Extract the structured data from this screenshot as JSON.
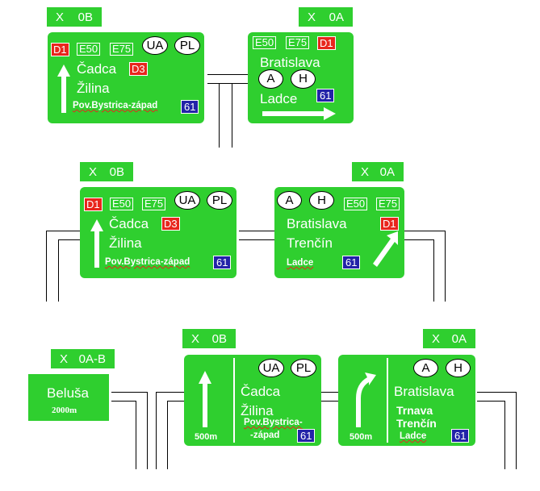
{
  "row1": {
    "left": {
      "tag": {
        "x": "X",
        "code": "0B"
      },
      "badges": {
        "d1": "D1",
        "e50": "E50",
        "e75": "E75",
        "ua": "UA",
        "pl": "PL",
        "d3": "D3"
      },
      "cities": [
        "Čadca",
        "Žilina"
      ],
      "sub": "Pov.Bystrica-západ",
      "road": "61"
    },
    "right": {
      "tag": {
        "x": "X",
        "code": "0A"
      },
      "badges": {
        "e50": "E50",
        "e75": "E75",
        "d1": "D1",
        "a": "A",
        "h": "H"
      },
      "city": "Bratislava",
      "sub": "Ladce",
      "road": "61"
    }
  },
  "row2": {
    "left": {
      "tag": {
        "x": "X",
        "code": "0B"
      },
      "badges": {
        "d1": "D1",
        "e50": "E50",
        "e75": "E75",
        "ua": "UA",
        "pl": "PL",
        "d3": "D3"
      },
      "cities": [
        "Čadca",
        "Žilina"
      ],
      "sub": "Pov.Bystrica-západ",
      "road": "61"
    },
    "right": {
      "tag": {
        "x": "X",
        "code": "0A"
      },
      "badges": {
        "a": "A",
        "h": "H",
        "e50": "E50",
        "e75": "E75",
        "d1": "D1"
      },
      "cities": [
        "Bratislava",
        "Trenčín"
      ],
      "sub": "Ladce",
      "road": "61"
    }
  },
  "row3": {
    "small": {
      "tag": {
        "x": "X",
        "code": "0A-B"
      },
      "city": "Beluša",
      "dist": "2000m"
    },
    "mid": {
      "tag": {
        "x": "X",
        "code": "0B"
      },
      "badges": {
        "ua": "UA",
        "pl": "PL"
      },
      "dist": "500m",
      "cities": [
        "Čadca",
        "Žilina"
      ],
      "sub1": "Pov.Bystrica-",
      "sub2": "-západ",
      "road": "61"
    },
    "right": {
      "tag": {
        "x": "X",
        "code": "0A"
      },
      "badges": {
        "a": "A",
        "h": "H"
      },
      "dist": "500m",
      "city": "Bratislava",
      "cities": [
        "Trnava",
        "Trenčín"
      ],
      "sub": "Ladce",
      "road": "61"
    }
  }
}
